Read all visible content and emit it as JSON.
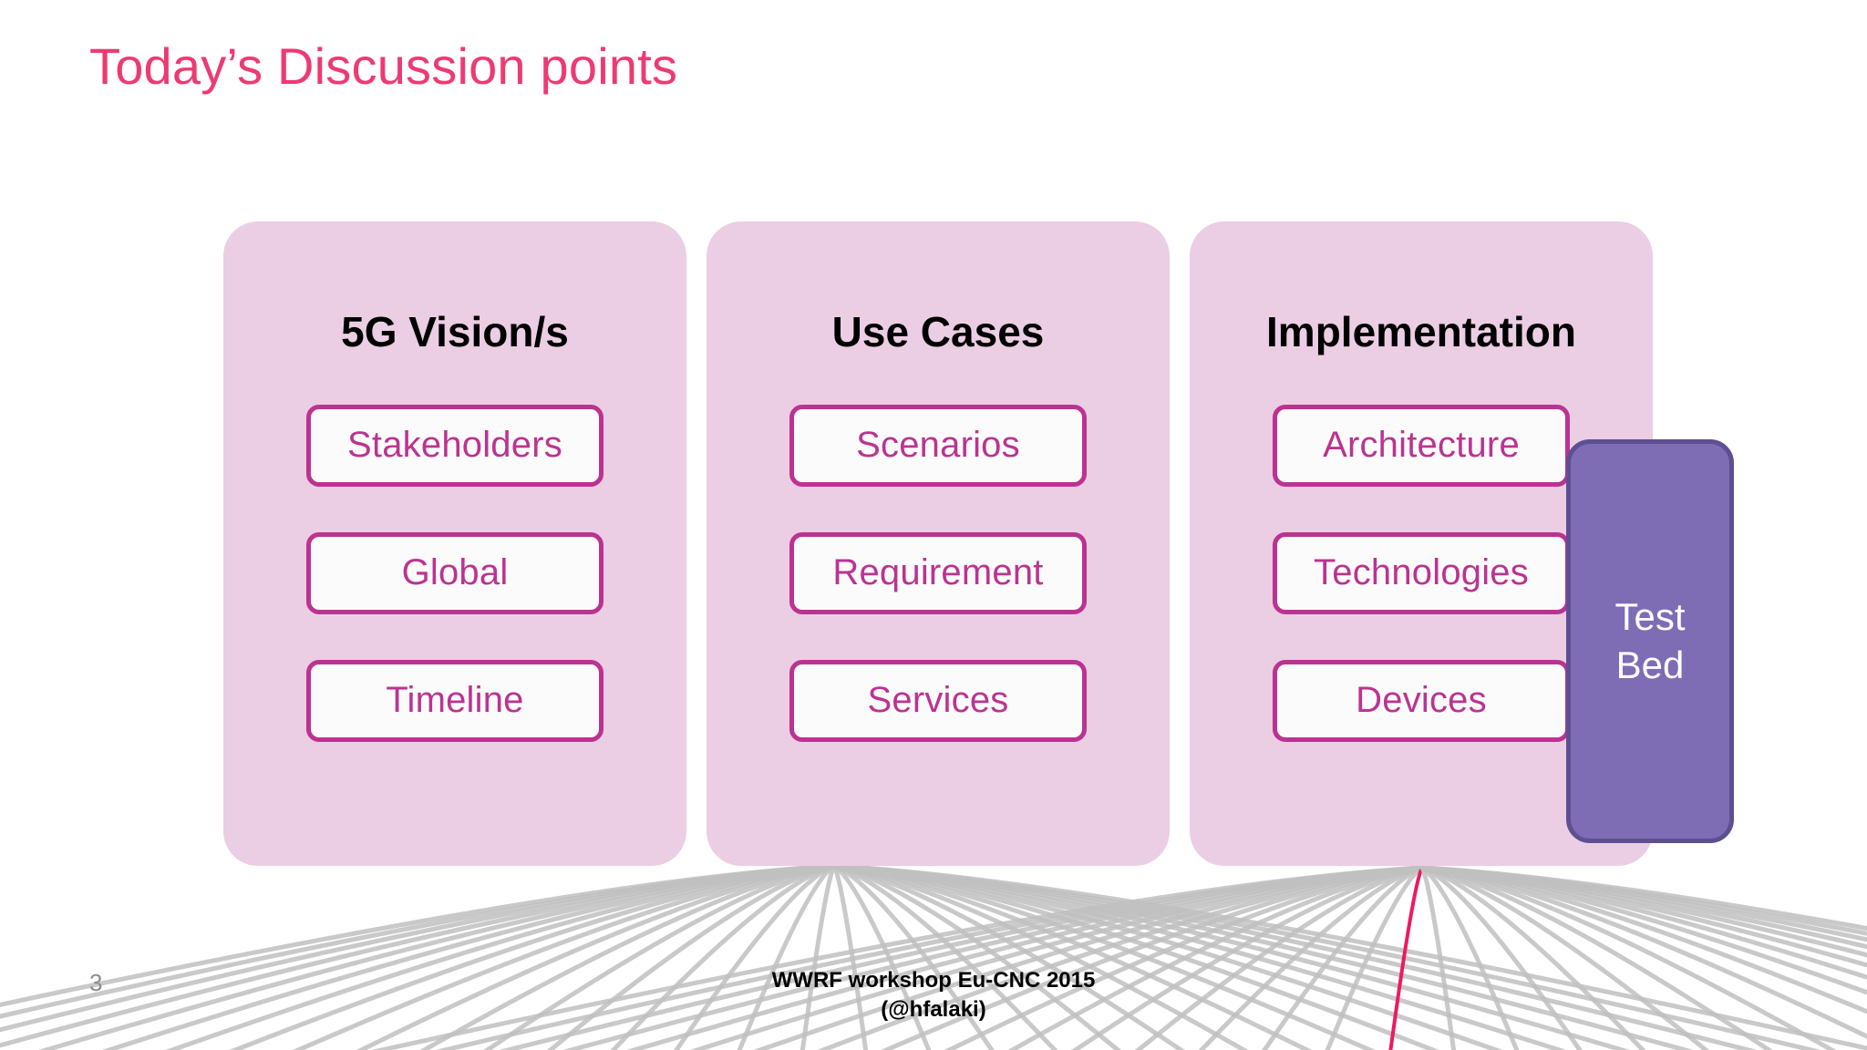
{
  "slide": {
    "title": "Today’s Discussion points",
    "page_number": "3",
    "title_color": "#ED3A72",
    "card_bg_color": "#EBCEE3",
    "pill_border_color": "#BB3391",
    "pill_text_color": "#BB3391",
    "testbed_fill_color": "#7E6CB4",
    "testbed_border_color": "#5E4F92",
    "decor_line_color": "#BFBFBF",
    "decor_accent_color": "#ED1A5E"
  },
  "columns": [
    {
      "heading": "5G Vision/s",
      "items": [
        {
          "label": "Stakeholders"
        },
        {
          "label": "Global"
        },
        {
          "label": "Timeline"
        }
      ]
    },
    {
      "heading": "Use Cases",
      "items": [
        {
          "label": "Scenarios"
        },
        {
          "label": "Requirement"
        },
        {
          "label": "Services"
        }
      ]
    },
    {
      "heading": "Implementation",
      "items": [
        {
          "label": "Architecture"
        },
        {
          "label": "Technologies"
        },
        {
          "label": "Devices"
        }
      ]
    }
  ],
  "test_bed": {
    "line1": "Test",
    "line2": "Bed"
  },
  "footer": {
    "line1": "WWRF workshop Eu-CNC 2015",
    "line2": "(@hfalaki)"
  }
}
